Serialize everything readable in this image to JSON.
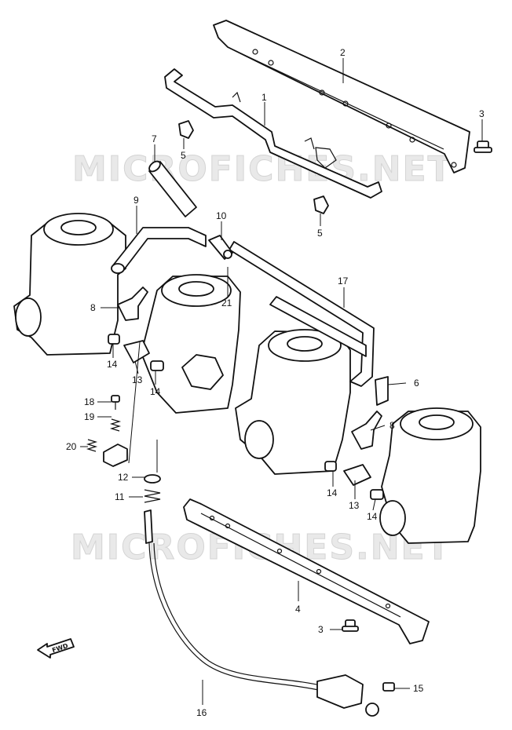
{
  "watermark": {
    "text": "MICROFICHES.NET"
  },
  "forward_indicator": {
    "label": "FWD"
  },
  "callouts": {
    "c1": "1",
    "c2": "2",
    "c3a": "3",
    "c3b": "3",
    "c4": "4",
    "c5a": "5",
    "c5b": "5",
    "c6": "6",
    "c7": "7",
    "c8a": "8",
    "c8b": "8",
    "c9": "9",
    "c10": "10",
    "c11": "11",
    "c12": "12",
    "c13a": "13",
    "c13b": "13",
    "c14a": "14",
    "c14b": "14",
    "c14c": "14",
    "c14d": "14",
    "c15": "15",
    "c16": "16",
    "c17": "17",
    "c18": "18",
    "c19": "19",
    "c20": "20",
    "c21": "21"
  }
}
